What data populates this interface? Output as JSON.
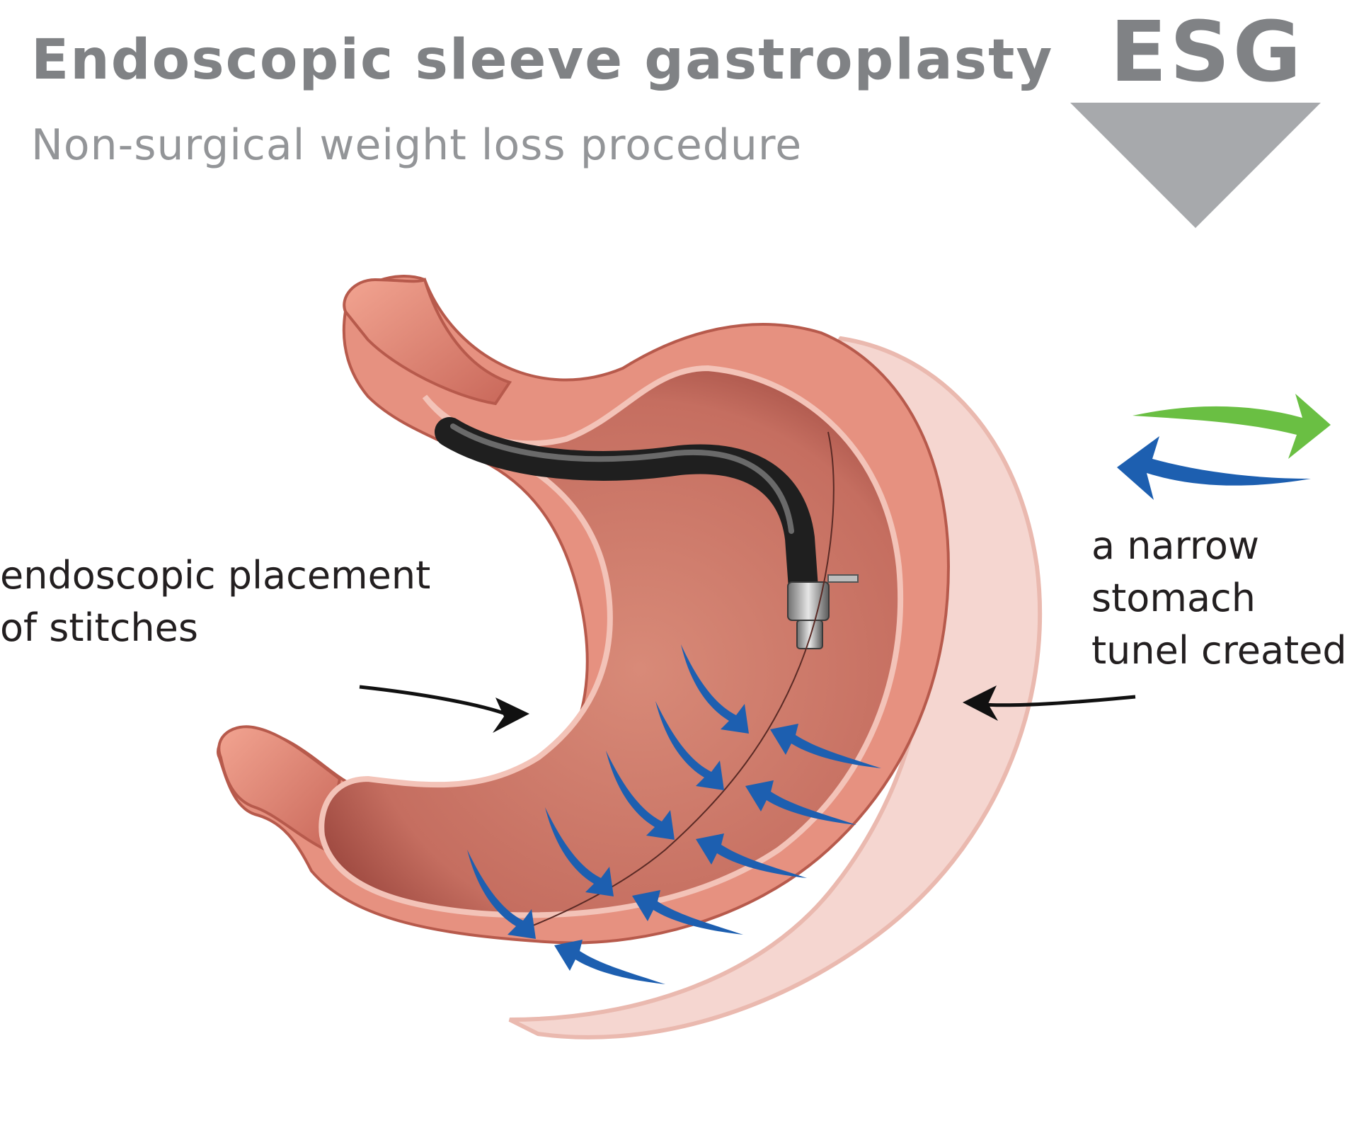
{
  "header": {
    "title": "Endoscopic sleeve gastroplasty",
    "subtitle": "Non-surgical weight loss procedure",
    "badge": "ESG"
  },
  "labels": {
    "left": [
      "endoscopic placement",
      "of stitches"
    ],
    "right": [
      "a narrow",
      "stomach",
      "tunel created"
    ]
  },
  "colors": {
    "heading_gray": "#808285",
    "stomach_outer": "#d9826d",
    "stomach_inner": "#c96a5c",
    "stitch_arrow": "#1d5fb0",
    "green_arrow": "#6abf43",
    "blue_arrow": "#1d5fb0",
    "endoscope": "#2a2a2a"
  }
}
